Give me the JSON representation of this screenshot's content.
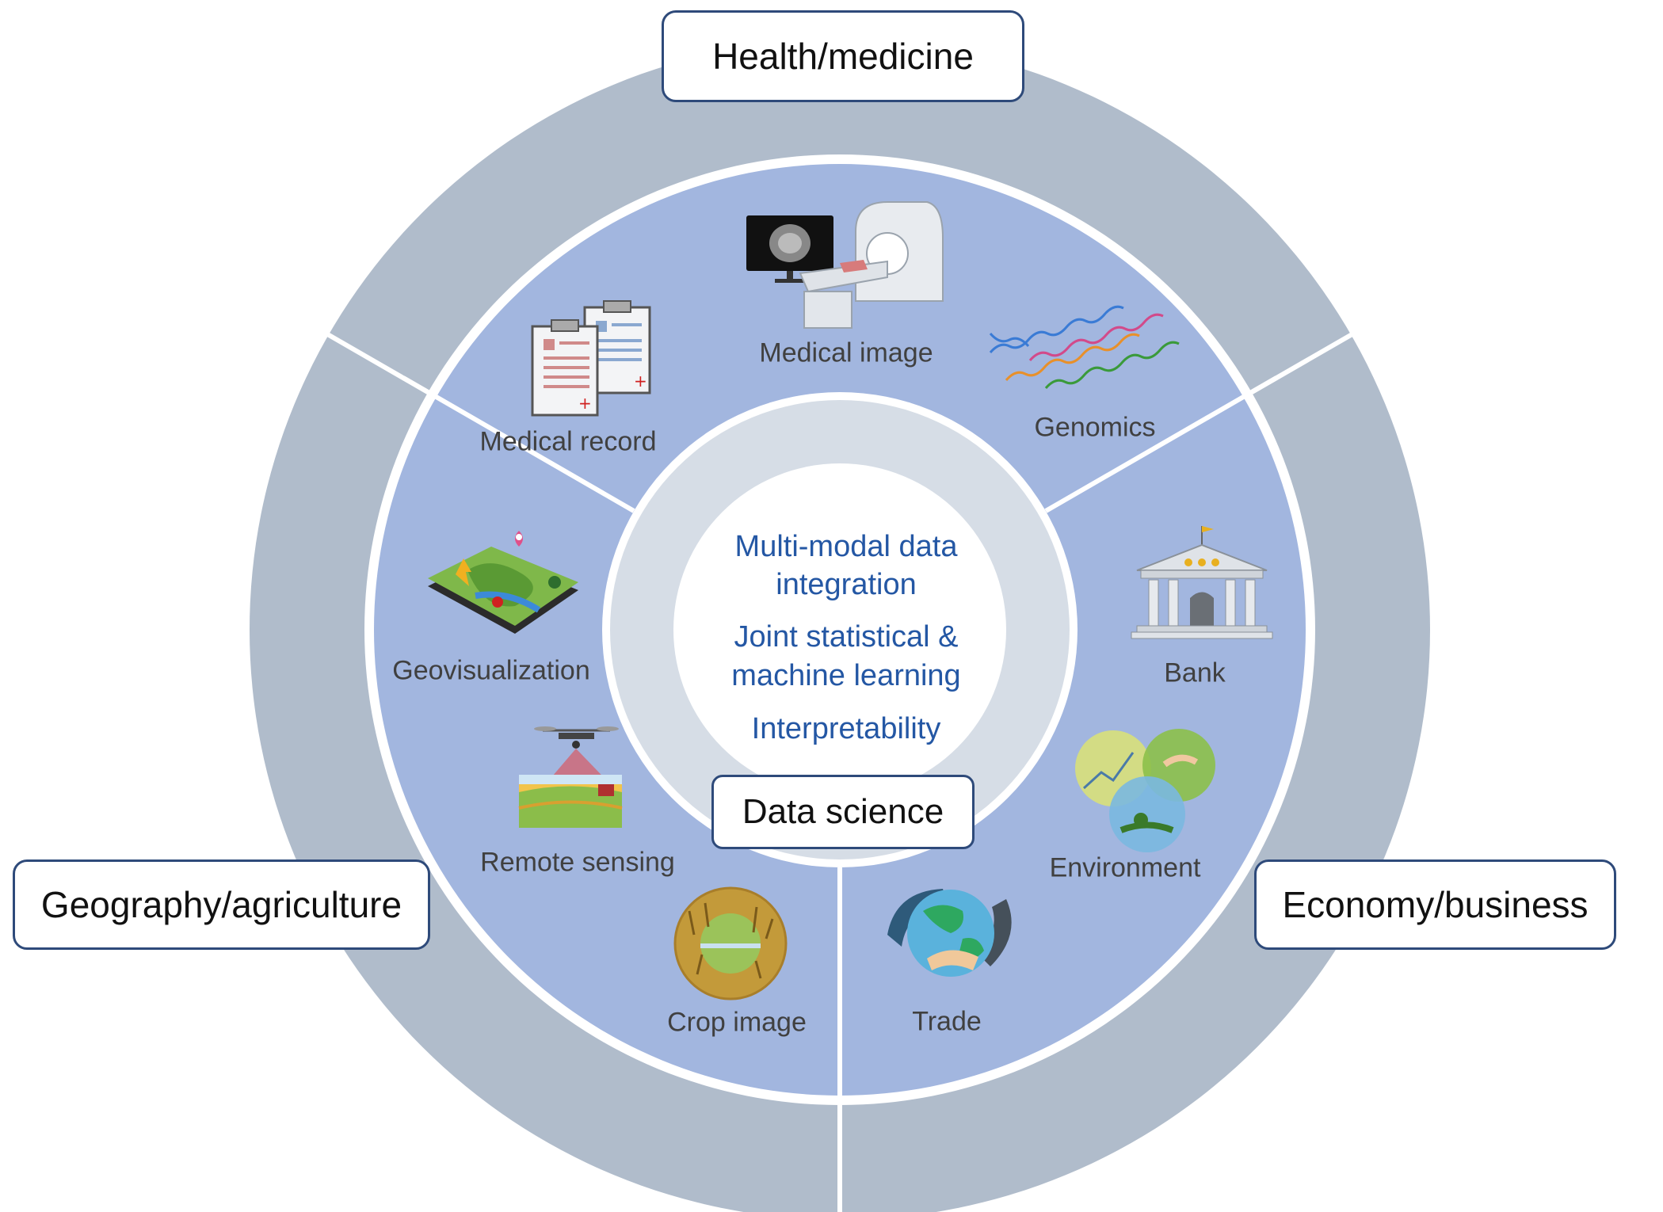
{
  "domains": {
    "health": "Health/medicine",
    "geography": "Geography/agriculture",
    "economy": "Economy/business"
  },
  "center": {
    "line1": "Multi-modal data",
    "line2": "integration",
    "line3": "Joint statistical &",
    "line4": "machine learning",
    "line5": "Interpretability",
    "title": "Data science"
  },
  "sources": {
    "medical_image": "Medical image",
    "medical_record": "Medical record",
    "genomics": "Genomics",
    "geovisualization": "Geovisualization",
    "remote_sensing": "Remote sensing",
    "crop_image": "Crop image",
    "bank": "Bank",
    "environment": "Environment",
    "trade": "Trade"
  },
  "colors": {
    "outer_ring": "#b0bccb",
    "middle_ring": "#a2b6df",
    "inner_ring": "#d6dde6",
    "center_text": "#2457a4",
    "box_border": "#2e4a7a"
  },
  "icons": [
    "mri-scanner-icon",
    "clipboard-icon",
    "dna-icon",
    "map-icon",
    "drone-icon",
    "crop-field-icon",
    "bank-icon",
    "environment-icon",
    "trade-globe-icon"
  ]
}
